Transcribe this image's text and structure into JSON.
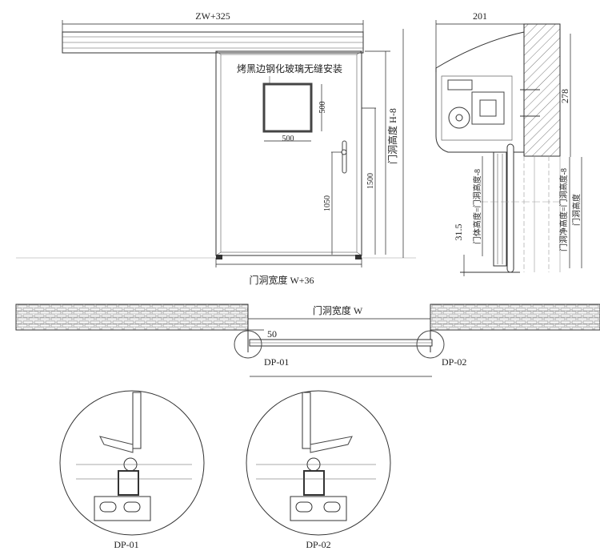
{
  "elevation": {
    "track_width_label": "ZW+325",
    "glass_note": "烤黑边钢化玻璃无缝安装",
    "window_height": "500",
    "window_width": "500",
    "handle_height": "1050",
    "window_top_height": "1500",
    "door_height_label": "门洞高度 H-8",
    "door_width_label": "门洞宽度 W+36"
  },
  "section": {
    "header_width": "201",
    "header_height": "278",
    "bottom_gap": "31.5",
    "door_body_height": "门体高度=门洞高度-8",
    "net_height": "门洞净高度=门洞高度-8",
    "opening_height": "门洞高度"
  },
  "plan": {
    "opening_width": "门洞宽度 W",
    "offset": "50",
    "detail_left": "DP-01",
    "detail_right": "DP-02"
  },
  "details": {
    "left_label": "DP-01",
    "right_label": "DP-02"
  }
}
